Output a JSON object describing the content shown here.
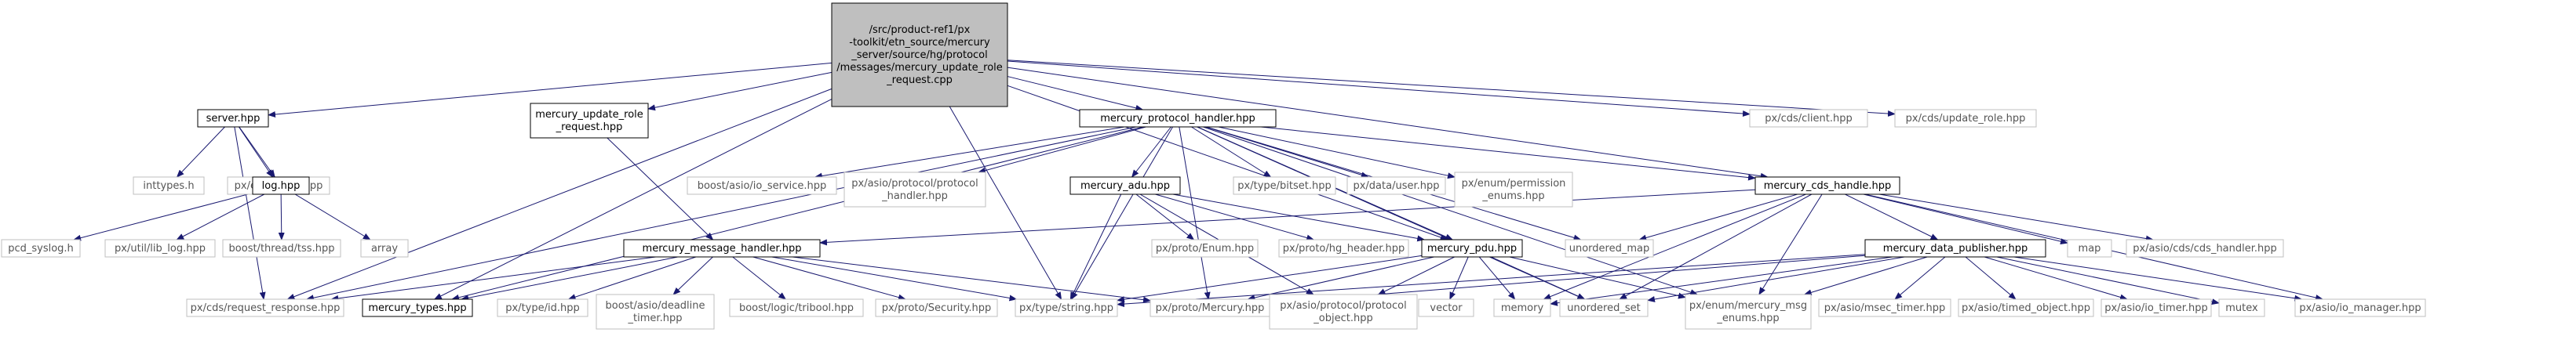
{
  "colors": {
    "edge": "#191970",
    "root_fill": "#bfbfbf",
    "external_border": "#bfbfbf",
    "primary_border": "#000000"
  },
  "nodes": [
    {
      "id": "root",
      "kind": "root",
      "lines": [
        "/src/product-ref1/px",
        "-toolkit/etn_source/mercury",
        "_server/source/hg/protocol",
        "/messages/mercury_update_role",
        "_request.cpp"
      ]
    },
    {
      "id": "server_hpp",
      "kind": "primary",
      "lines": [
        "server.hpp"
      ]
    },
    {
      "id": "mercury_update_role_request_hpp",
      "kind": "primary",
      "lines": [
        "mercury_update_role",
        "_request.hpp"
      ]
    },
    {
      "id": "mercury_protocol_handler_hpp",
      "kind": "primary",
      "lines": [
        "mercury_protocol_handler.hpp"
      ]
    },
    {
      "id": "px_cds_client_hpp",
      "kind": "external",
      "lines": [
        "px/cds/client.hpp"
      ]
    },
    {
      "id": "px_cds_update_role_hpp",
      "kind": "external",
      "lines": [
        "px/cds/update_role.hpp"
      ]
    },
    {
      "id": "inttypes_h",
      "kind": "external",
      "lines": [
        "inttypes.h"
      ]
    },
    {
      "id": "px_exception_hpp",
      "kind": "external",
      "lines": [
        "px/exception.hpp"
      ]
    },
    {
      "id": "log_hpp",
      "kind": "primary",
      "lines": [
        "log.hpp"
      ]
    },
    {
      "id": "boost_asio_io_service_hpp",
      "kind": "external",
      "lines": [
        "boost/asio/io_service.hpp"
      ]
    },
    {
      "id": "px_asio_protocol_protocol_handler_hpp",
      "kind": "external",
      "lines": [
        "px/asio/protocol/protocol",
        "_handler.hpp"
      ]
    },
    {
      "id": "mercury_adu_hpp",
      "kind": "primary",
      "lines": [
        "mercury_adu.hpp"
      ]
    },
    {
      "id": "px_type_bitset_hpp",
      "kind": "external",
      "lines": [
        "px/type/bitset.hpp"
      ]
    },
    {
      "id": "px_data_user_hpp",
      "kind": "external",
      "lines": [
        "px/data/user.hpp"
      ]
    },
    {
      "id": "px_enum_permission_enums_hpp",
      "kind": "external",
      "lines": [
        "px/enum/permission",
        "_enums.hpp"
      ]
    },
    {
      "id": "mercury_cds_handle_hpp",
      "kind": "primary",
      "lines": [
        "mercury_cds_handle.hpp"
      ]
    },
    {
      "id": "pcd_syslog_h",
      "kind": "external",
      "lines": [
        "pcd_syslog.h"
      ]
    },
    {
      "id": "px_util_lib_log_hpp",
      "kind": "external",
      "lines": [
        "px/util/lib_log.hpp"
      ]
    },
    {
      "id": "boost_thread_tss_hpp",
      "kind": "external",
      "lines": [
        "boost/thread/tss.hpp"
      ]
    },
    {
      "id": "array",
      "kind": "external",
      "lines": [
        "array"
      ]
    },
    {
      "id": "mercury_message_handler_hpp",
      "kind": "primary",
      "lines": [
        "mercury_message_handler.hpp"
      ]
    },
    {
      "id": "px_proto_enum_hpp",
      "kind": "external",
      "lines": [
        "px/proto/Enum.hpp"
      ]
    },
    {
      "id": "px_proto_hg_header_hpp",
      "kind": "external",
      "lines": [
        "px/proto/hg_header.hpp"
      ]
    },
    {
      "id": "mercury_pdu_hpp",
      "kind": "primary",
      "lines": [
        "mercury_pdu.hpp"
      ]
    },
    {
      "id": "unordered_map",
      "kind": "external",
      "lines": [
        "unordered_map"
      ]
    },
    {
      "id": "mercury_data_publisher_hpp",
      "kind": "primary",
      "lines": [
        "mercury_data_publisher.hpp"
      ]
    },
    {
      "id": "map",
      "kind": "external",
      "lines": [
        "map"
      ]
    },
    {
      "id": "px_asio_cds_cds_handler_hpp",
      "kind": "external",
      "lines": [
        "px/asio/cds/cds_handler.hpp"
      ]
    },
    {
      "id": "px_cds_request_response_hpp",
      "kind": "external",
      "lines": [
        "px/cds/request_response.hpp"
      ]
    },
    {
      "id": "mercury_types_hpp",
      "kind": "primary",
      "lines": [
        "mercury_types.hpp"
      ]
    },
    {
      "id": "px_type_id_hpp",
      "kind": "external",
      "lines": [
        "px/type/id.hpp"
      ]
    },
    {
      "id": "boost_asio_deadline_timer_hpp",
      "kind": "external",
      "lines": [
        "boost/asio/deadline",
        "_timer.hpp"
      ]
    },
    {
      "id": "boost_logic_tribool_hpp",
      "kind": "external",
      "lines": [
        "boost/logic/tribool.hpp"
      ]
    },
    {
      "id": "px_proto_security_hpp",
      "kind": "external",
      "lines": [
        "px/proto/Security.hpp"
      ]
    },
    {
      "id": "px_type_string_hpp",
      "kind": "external",
      "lines": [
        "px/type/string.hpp"
      ]
    },
    {
      "id": "px_proto_mercury_hpp",
      "kind": "external",
      "lines": [
        "px/proto/Mercury.hpp"
      ]
    },
    {
      "id": "px_asio_protocol_protocol_object_hpp",
      "kind": "external",
      "lines": [
        "px/asio/protocol/protocol",
        "_object.hpp"
      ]
    },
    {
      "id": "vector",
      "kind": "external",
      "lines": [
        "vector"
      ]
    },
    {
      "id": "memory",
      "kind": "external",
      "lines": [
        "memory"
      ]
    },
    {
      "id": "unordered_set",
      "kind": "external",
      "lines": [
        "unordered_set"
      ]
    },
    {
      "id": "px_enum_mercury_msg_enums_hpp",
      "kind": "external",
      "lines": [
        "px/enum/mercury_msg",
        "_enums.hpp"
      ]
    },
    {
      "id": "px_asio_msec_timer_hpp",
      "kind": "external",
      "lines": [
        "px/asio/msec_timer.hpp"
      ]
    },
    {
      "id": "px_asio_timed_object_hpp",
      "kind": "external",
      "lines": [
        "px/asio/timed_object.hpp"
      ]
    },
    {
      "id": "px_asio_io_timer_hpp",
      "kind": "external",
      "lines": [
        "px/asio/io_timer.hpp"
      ]
    },
    {
      "id": "mutex",
      "kind": "external",
      "lines": [
        "mutex"
      ]
    },
    {
      "id": "px_asio_io_manager_hpp",
      "kind": "external",
      "lines": [
        "px/asio/io_manager.hpp"
      ]
    }
  ],
  "edges": [
    [
      "root",
      "server_hpp"
    ],
    [
      "root",
      "mercury_update_role_request_hpp"
    ],
    [
      "root",
      "mercury_protocol_handler_hpp"
    ],
    [
      "root",
      "px_cds_client_hpp"
    ],
    [
      "root",
      "px_cds_update_role_hpp"
    ],
    [
      "root",
      "mercury_cds_handle_hpp"
    ],
    [
      "root",
      "px_cds_request_response_hpp"
    ],
    [
      "root",
      "mercury_types_hpp"
    ],
    [
      "root",
      "px_type_string_hpp"
    ],
    [
      "root",
      "mercury_pdu_hpp"
    ],
    [
      "server_hpp",
      "inttypes_h"
    ],
    [
      "server_hpp",
      "px_exception_hpp"
    ],
    [
      "server_hpp",
      "log_hpp"
    ],
    [
      "server_hpp",
      "px_cds_request_response_hpp"
    ],
    [
      "log_hpp",
      "pcd_syslog_h"
    ],
    [
      "log_hpp",
      "px_util_lib_log_hpp"
    ],
    [
      "log_hpp",
      "boost_thread_tss_hpp"
    ],
    [
      "log_hpp",
      "array"
    ],
    [
      "mercury_update_role_request_hpp",
      "mercury_message_handler_hpp"
    ],
    [
      "mercury_protocol_handler_hpp",
      "boost_asio_io_service_hpp"
    ],
    [
      "mercury_protocol_handler_hpp",
      "px_asio_protocol_protocol_handler_hpp"
    ],
    [
      "mercury_protocol_handler_hpp",
      "mercury_adu_hpp"
    ],
    [
      "mercury_protocol_handler_hpp",
      "px_type_bitset_hpp"
    ],
    [
      "mercury_protocol_handler_hpp",
      "px_data_user_hpp"
    ],
    [
      "mercury_protocol_handler_hpp",
      "px_enum_permission_enums_hpp"
    ],
    [
      "mercury_protocol_handler_hpp",
      "mercury_cds_handle_hpp"
    ],
    [
      "mercury_protocol_handler_hpp",
      "mercury_pdu_hpp"
    ],
    [
      "mercury_protocol_handler_hpp",
      "unordered_map"
    ],
    [
      "mercury_protocol_handler_hpp",
      "unordered_set"
    ],
    [
      "mercury_protocol_handler_hpp",
      "px_enum_mercury_msg_enums_hpp"
    ],
    [
      "mercury_protocol_handler_hpp",
      "px_type_string_hpp"
    ],
    [
      "mercury_protocol_handler_hpp",
      "px_proto_mercury_hpp"
    ],
    [
      "mercury_protocol_handler_hpp",
      "mercury_types_hpp"
    ],
    [
      "mercury_protocol_handler_hpp",
      "px_cds_request_response_hpp"
    ],
    [
      "mercury_adu_hpp",
      "px_proto_enum_hpp"
    ],
    [
      "mercury_adu_hpp",
      "px_proto_hg_header_hpp"
    ],
    [
      "mercury_adu_hpp",
      "mercury_pdu_hpp"
    ],
    [
      "mercury_adu_hpp",
      "px_type_string_hpp"
    ],
    [
      "mercury_adu_hpp",
      "px_asio_protocol_protocol_object_hpp"
    ],
    [
      "mercury_cds_handle_hpp",
      "mercury_message_handler_hpp"
    ],
    [
      "mercury_cds_handle_hpp",
      "unordered_map"
    ],
    [
      "mercury_cds_handle_hpp",
      "mercury_data_publisher_hpp"
    ],
    [
      "mercury_cds_handle_hpp",
      "map"
    ],
    [
      "mercury_cds_handle_hpp",
      "px_asio_cds_cds_handler_hpp"
    ],
    [
      "mercury_cds_handle_hpp",
      "memory"
    ],
    [
      "mercury_cds_handle_hpp",
      "unordered_set"
    ],
    [
      "mercury_cds_handle_hpp",
      "px_enum_mercury_msg_enums_hpp"
    ],
    [
      "mercury_cds_handle_hpp",
      "px_asio_io_manager_hpp"
    ],
    [
      "mercury_message_handler_hpp",
      "px_cds_request_response_hpp"
    ],
    [
      "mercury_message_handler_hpp",
      "mercury_types_hpp"
    ],
    [
      "mercury_message_handler_hpp",
      "px_type_id_hpp"
    ],
    [
      "mercury_message_handler_hpp",
      "boost_asio_deadline_timer_hpp"
    ],
    [
      "mercury_message_handler_hpp",
      "boost_logic_tribool_hpp"
    ],
    [
      "mercury_message_handler_hpp",
      "px_proto_security_hpp"
    ],
    [
      "mercury_message_handler_hpp",
      "px_type_string_hpp"
    ],
    [
      "mercury_message_handler_hpp",
      "px_proto_mercury_hpp"
    ],
    [
      "mercury_pdu_hpp",
      "px_type_string_hpp"
    ],
    [
      "mercury_pdu_hpp",
      "px_proto_mercury_hpp"
    ],
    [
      "mercury_pdu_hpp",
      "px_asio_protocol_protocol_object_hpp"
    ],
    [
      "mercury_pdu_hpp",
      "vector"
    ],
    [
      "mercury_pdu_hpp",
      "memory"
    ],
    [
      "mercury_pdu_hpp",
      "unordered_set"
    ],
    [
      "mercury_pdu_hpp",
      "px_enum_mercury_msg_enums_hpp"
    ],
    [
      "mercury_data_publisher_hpp",
      "px_proto_mercury_hpp"
    ],
    [
      "mercury_data_publisher_hpp",
      "unordered_set"
    ],
    [
      "mercury_data_publisher_hpp",
      "px_enum_mercury_msg_enums_hpp"
    ],
    [
      "mercury_data_publisher_hpp",
      "px_asio_msec_timer_hpp"
    ],
    [
      "mercury_data_publisher_hpp",
      "px_asio_timed_object_hpp"
    ],
    [
      "mercury_data_publisher_hpp",
      "px_asio_io_timer_hpp"
    ],
    [
      "mercury_data_publisher_hpp",
      "mutex"
    ],
    [
      "mercury_data_publisher_hpp",
      "px_asio_io_manager_hpp"
    ],
    [
      "mercury_data_publisher_hpp",
      "px_type_string_hpp"
    ],
    [
      "mercury_data_publisher_hpp",
      "memory"
    ]
  ]
}
